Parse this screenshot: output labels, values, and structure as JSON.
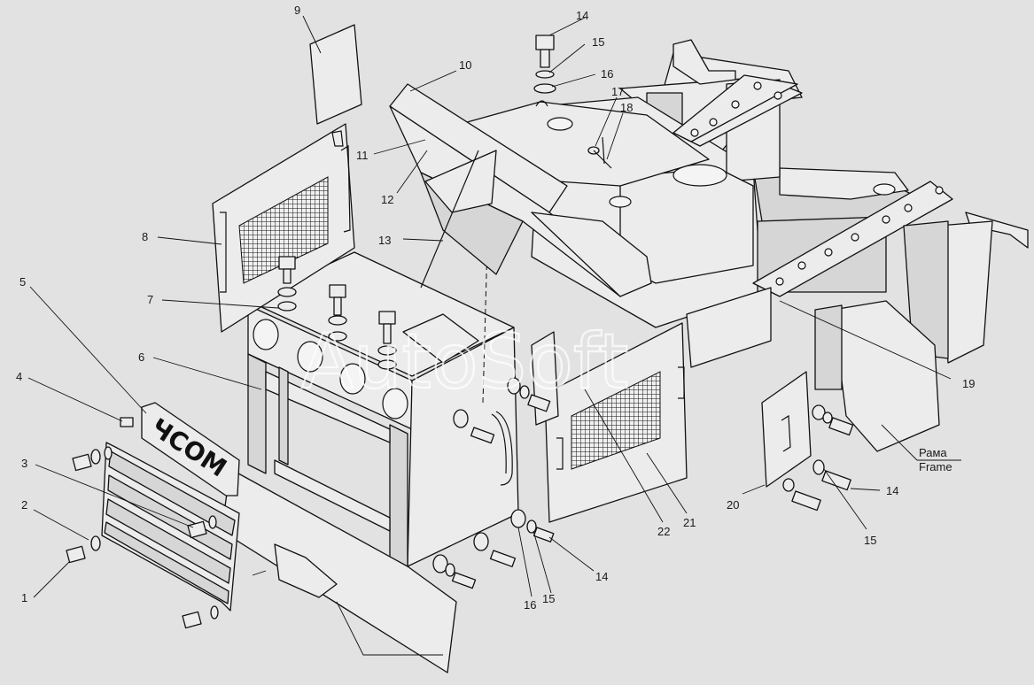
{
  "diagram": {
    "callouts": [
      {
        "id": "c1",
        "text": "1"
      },
      {
        "id": "c2",
        "text": "2"
      },
      {
        "id": "c3",
        "text": "3"
      },
      {
        "id": "c4",
        "text": "4"
      },
      {
        "id": "c5",
        "text": "5"
      },
      {
        "id": "c6",
        "text": "6"
      },
      {
        "id": "c7",
        "text": "7"
      },
      {
        "id": "c8",
        "text": "8"
      },
      {
        "id": "c9",
        "text": "9"
      },
      {
        "id": "c10",
        "text": "10"
      },
      {
        "id": "c11",
        "text": "11"
      },
      {
        "id": "c12",
        "text": "12"
      },
      {
        "id": "c13",
        "text": "13"
      },
      {
        "id": "c14a",
        "text": "14"
      },
      {
        "id": "c15a",
        "text": "15"
      },
      {
        "id": "c16a",
        "text": "16"
      },
      {
        "id": "c17",
        "text": "17"
      },
      {
        "id": "c18",
        "text": "18"
      },
      {
        "id": "c19",
        "text": "19"
      },
      {
        "id": "c20",
        "text": "20"
      },
      {
        "id": "c21",
        "text": "21"
      },
      {
        "id": "c22",
        "text": "22"
      },
      {
        "id": "c14b",
        "text": "14"
      },
      {
        "id": "c15b",
        "text": "15"
      },
      {
        "id": "c14c",
        "text": "14"
      },
      {
        "id": "c15c",
        "text": "15"
      },
      {
        "id": "c16b",
        "text": "16"
      }
    ],
    "frame_label_ru": "Рама",
    "frame_label_en": "Frame",
    "logo_text": "ЧСОМ",
    "watermark": "AutoSoft"
  }
}
